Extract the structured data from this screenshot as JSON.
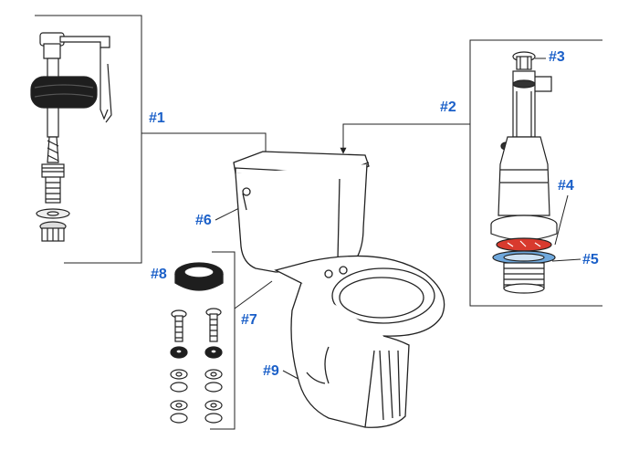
{
  "diagram": {
    "colors": {
      "label": "#1a5fc8",
      "line": "#222222",
      "seal": "#d83a2e",
      "shade": "#1e1e1e"
    },
    "callouts": [
      {
        "id": "fill-valve",
        "text": "#1"
      },
      {
        "id": "flush-valve",
        "text": "#2"
      },
      {
        "id": "flush-valve-cap",
        "text": "#3"
      },
      {
        "id": "flush-valve-seal",
        "text": "#4"
      },
      {
        "id": "flush-valve-washer",
        "text": "#5"
      },
      {
        "id": "trip-lever",
        "text": "#6"
      },
      {
        "id": "tank-bolts",
        "text": "#7"
      },
      {
        "id": "wax-ring",
        "text": "#8"
      },
      {
        "id": "toilet-bowl",
        "text": "#9"
      }
    ]
  }
}
